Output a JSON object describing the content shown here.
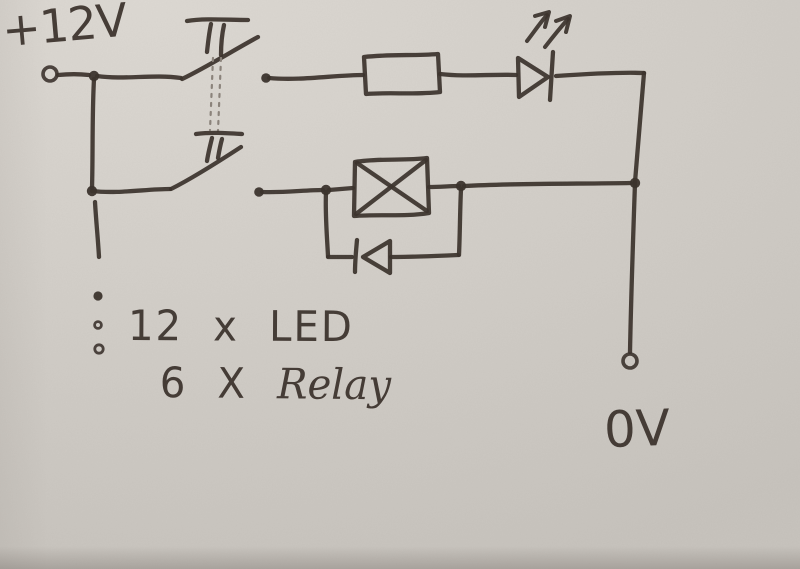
{
  "colors": {
    "ink": "#3a312b",
    "paper": "#d3cfc9",
    "paper_light": "#ddd9d3",
    "paper_dark": "#c7c3bd",
    "link_dash": "#8b837b"
  },
  "labels": {
    "supply": "+12V",
    "ground": "0V",
    "note_count_led": "12 x",
    "note_led": "LED",
    "note_count_relay": "6 X",
    "note_relay": "Relay"
  },
  "symbols": {
    "supply_terminal": "open-circle-terminal",
    "ground_terminal": "open-circle-terminal",
    "switch_top": "pushbutton-switch-normally-open",
    "switch_bottom": "pushbutton-switch-normally-open",
    "mechanical_link": "dashed-linkage-line",
    "resistor": "rectangle-box",
    "led": "diode-triangle-with-two-light-arrows",
    "relay_coil": "box-with-diagonal-cross",
    "flyback_diode": "diode-pointing-left",
    "junction": "filled-dot",
    "continuation": "vertical-dots-ellipsis"
  }
}
